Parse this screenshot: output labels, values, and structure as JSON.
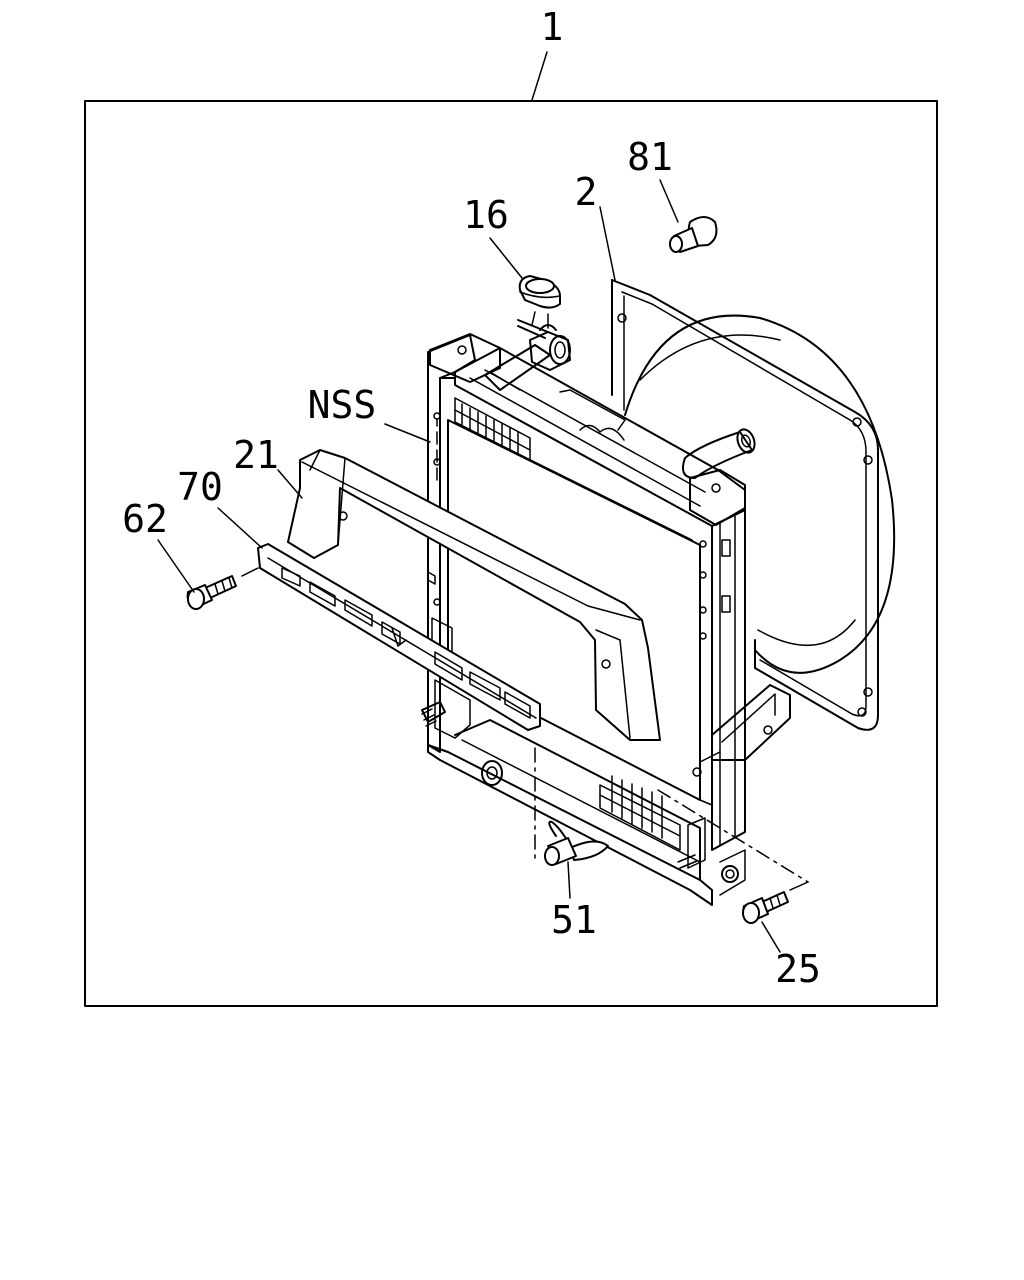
{
  "callouts": {
    "assembly": "1",
    "shroud": "2",
    "cap": "16",
    "bracket": "21",
    "bolt_right": "25",
    "drain_cock": "51",
    "bolt_left": "62",
    "guide": "70",
    "grommet": "81",
    "nss": "NSS"
  }
}
